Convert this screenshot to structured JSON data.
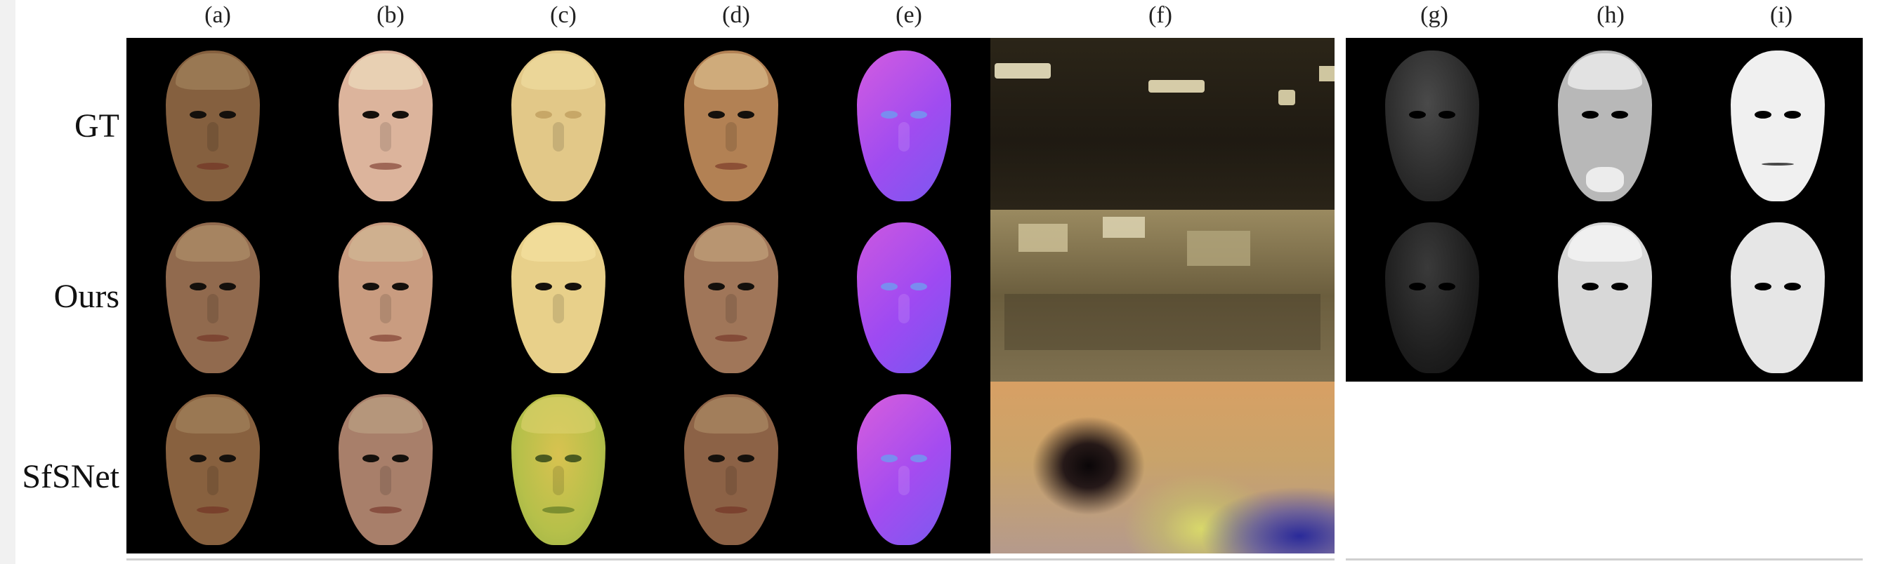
{
  "columns": [
    "(a)",
    "(b)",
    "(c)",
    "(d)",
    "(e)",
    "(f)",
    "(g)",
    "(h)",
    "(i)"
  ],
  "rows": [
    "GT",
    "Ours",
    "SfSNet"
  ],
  "colors": {
    "skin_dark": "#8a6040",
    "skin_light": "#d8ae92",
    "albedo_yellow": "#e3c987",
    "albedo_green": "#b8c048",
    "normal_magenta": "#b040e8",
    "env_gt": "#2a2418",
    "env_ours": "#8a7a52",
    "env_sfsnet": "#c9a36a",
    "mask_dark": "#2c2c2c",
    "mask_gray": "#bbbbbb",
    "mask_white": "#f2f2f2"
  }
}
